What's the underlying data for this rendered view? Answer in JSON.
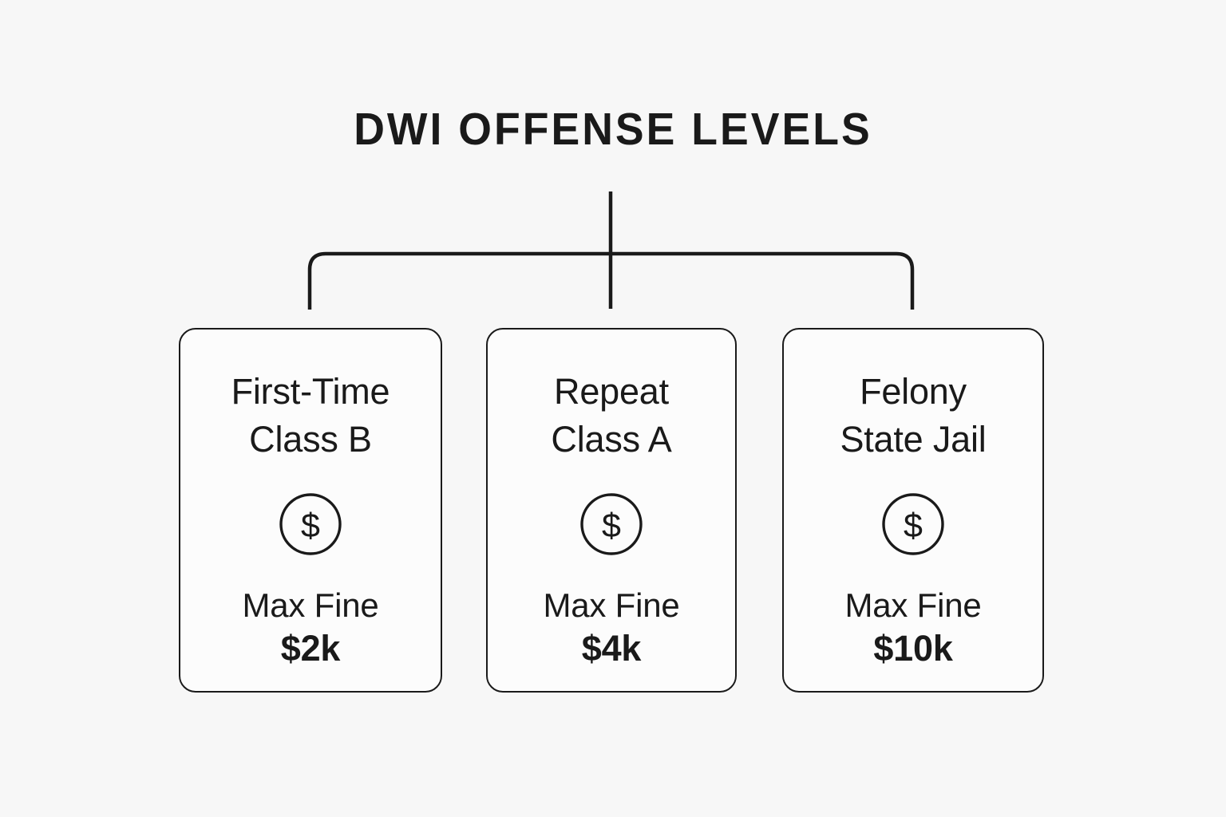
{
  "page": {
    "title": "DWI OFFENSE LEVELS",
    "background_color": "#f7f7f7",
    "ink_color": "#1a1a1a",
    "card_fill_color": "#fcfcfc"
  },
  "diagram": {
    "type": "org-tree",
    "root_label": "DWI OFFENSE LEVELS",
    "branch_count": 3,
    "nodes": [
      {
        "id": "first-time",
        "heading_line_1": "First-Time",
        "heading_line_2": "Class B",
        "icon": "dollar-circle-icon",
        "fine_label": "Max Fine",
        "fine_amount": "$2k"
      },
      {
        "id": "repeat",
        "heading_line_1": "Repeat",
        "heading_line_2": "Class A",
        "icon": "dollar-circle-icon",
        "fine_label": "Max Fine",
        "fine_amount": "$4k"
      },
      {
        "id": "felony",
        "heading_line_1": "Felony",
        "heading_line_2": "State Jail",
        "icon": "dollar-circle-icon",
        "fine_label": "Max Fine",
        "fine_amount": "$10k"
      }
    ]
  }
}
